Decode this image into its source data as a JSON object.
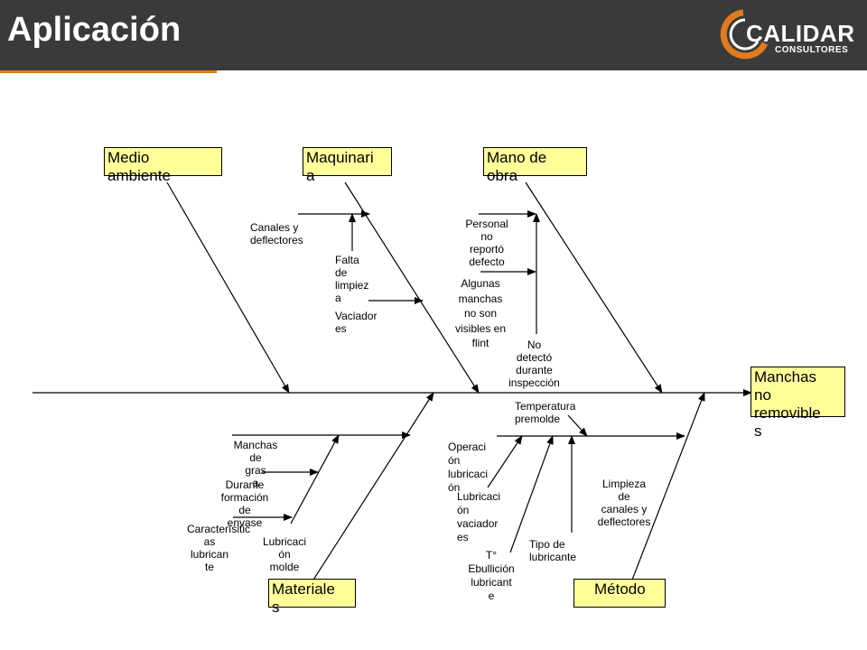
{
  "header": {
    "title": "Aplicación",
    "logo_name": "CALIDAR",
    "logo_sub": "CONSULTORES",
    "colors": {
      "bar": "#3a3a3a",
      "accent": "#e07a1c",
      "box": "#ffff99"
    }
  },
  "diagram": {
    "effect": "Manchas\n no\n removible\ns",
    "categories": {
      "medio_ambiente": "Medio\nambiente",
      "maquinaria": "Maquinari\na",
      "mano_de_obra": "Mano de\nobra",
      "materiales": "Materiale\ns",
      "metodo": "Método"
    },
    "causes": {
      "canales_deflectores": "Canales  y\ndeflectores",
      "falta_limpieza": "Falta\nde\nlimpiez\na",
      "vaciadores": "Vaciador\nes",
      "personal_no_reporto": "Personal\nno\nreportó\ndefecto",
      "algunas_manchas": "Algunas\nmanchas\nno son\nvisibles en\nflint",
      "no_detecto": "No\ndetectó\ndurante\ninspección",
      "manchas_grasa": "Manchas\nde\ngras\na",
      "durante_formacion": "Durante\nformación\nde\nenvase",
      "caracteristicas_lubricante": "Caracterísitic\nas\nlubrican\nte",
      "lubricacion_molde": "Lubricaci\nón\nmolde",
      "temperatura_premolde": "Temperatura\npremolde",
      "operacion_lubricacion": "Operaci\nón\nlubricaci\nón",
      "lubricacion_vaciadores": "Lubricaci\nón\nvaciador\nes",
      "t_ebullicion": "T°\nEbullición\nlubricant\ne",
      "tipo_lubricante": "Tipo de\nlubricante",
      "limpieza_canales": "Limpieza\nde\ncanales y\ndeflectores"
    }
  }
}
